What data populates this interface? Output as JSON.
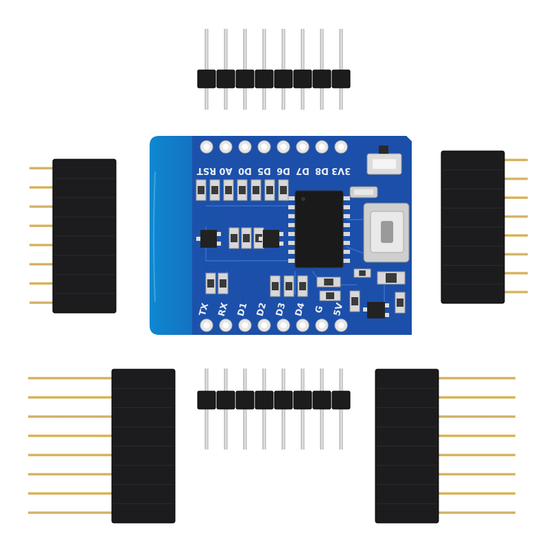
{
  "colors": {
    "background": "#ffffff",
    "pcb": "#1d4fa8",
    "pcb_edge": "#0f7fc9",
    "header_plastic": "#1c1c1e",
    "pin_gold": "#d6b46a",
    "pin_silver": "#c9c9c9",
    "chip": "#1a1a1a",
    "pad": "#e6e6e6"
  },
  "board": {
    "top_labels": [
      "RST",
      "A0",
      "D0",
      "D5",
      "D6",
      "D7",
      "D8",
      "3V3"
    ],
    "bottom_labels": [
      "TX",
      "RX",
      "D1",
      "D2",
      "D3",
      "D4",
      "G",
      "5V"
    ]
  },
  "icons": {
    "usb": "micro-usb-port",
    "reset": "reset-button"
  }
}
